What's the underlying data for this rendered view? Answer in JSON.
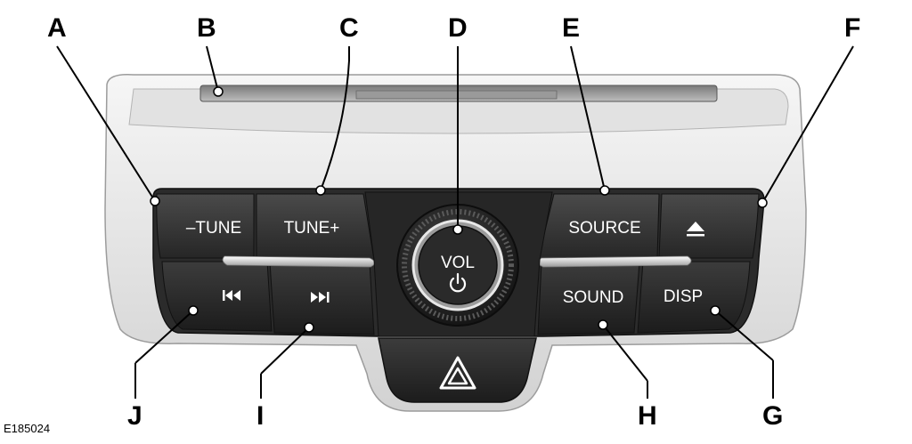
{
  "figure_id": "E185024",
  "callouts": {
    "A": "A",
    "B": "B",
    "C": "C",
    "D": "D",
    "E": "E",
    "F": "F",
    "G": "G",
    "H": "H",
    "I": "I",
    "J": "J"
  },
  "buttons": {
    "tune_down": "–TUNE",
    "tune_up": "TUNE+",
    "volume": "VOL",
    "source": "SOURCE",
    "sound": "SOUND",
    "display": "DISP"
  },
  "icons": {
    "seek_back": "skip-back-icon",
    "seek_forward": "skip-forward-icon",
    "eject": "eject-icon",
    "power": "power-icon",
    "hazard": "hazard-warning-icon"
  },
  "colors": {
    "button_face": "#3a3a3a",
    "button_dark": "#1e1e1e",
    "bezel": "#e6e6e6",
    "label": "#ffffff",
    "leader": "#000000"
  }
}
